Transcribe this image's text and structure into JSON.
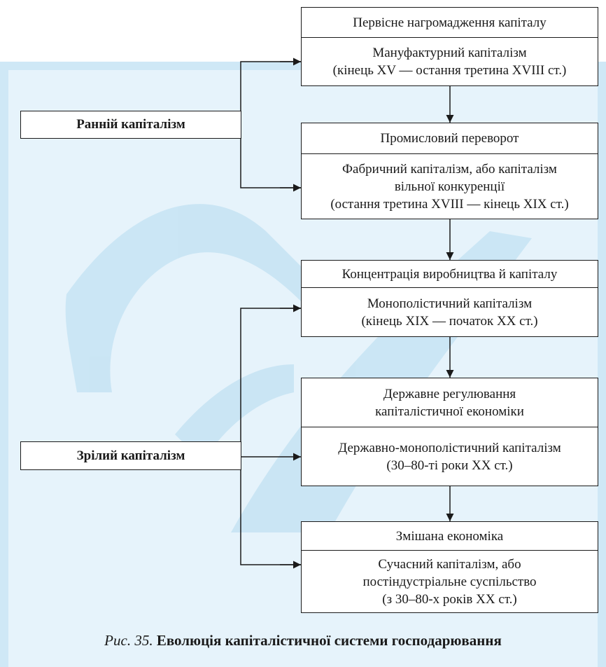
{
  "side_labels": {
    "early": "Ранній капіталізм",
    "mature": "Зрілий капіталізм"
  },
  "stages": [
    {
      "header": "Первісне нагромадження капіталу",
      "name": "Мануфактурний капіталізм",
      "period": "(кінець XV — остання третина XVIII ст.)"
    },
    {
      "header": "Промисловий переворот",
      "name_line1": "Фабричний капіталізм, або капіталізм",
      "name_line2": "вільної конкуренції",
      "period": "(остання третина XVIII —  кінець XIX ст.)"
    },
    {
      "header": "Концентрація виробництва й капіталу",
      "name": "Монополістичний капіталізм",
      "period": "(кінець XIX — початок XX ст.)"
    },
    {
      "header_line1": "Державне регулювання",
      "header_line2": "капіталістичної економіки",
      "name": "Державно-монополістичний капіталізм",
      "period": "(30–80-ті роки XX ст.)"
    },
    {
      "header": "Змішана економіка",
      "name_line1": "Сучасний капіталізм, або",
      "name_line2": "постіндустріальне суспільство",
      "period": "(з 30–80-х років XX ст.)"
    }
  ],
  "caption": {
    "number": "Рис. 35.",
    "title": "Еволюція капіталістичної системи господарювання"
  },
  "colors": {
    "line": "#1a1a1a",
    "watermark_bg": "#e6f3fb",
    "watermark_frame": "#cfe8f6",
    "watermark_shape": "#c2e0f2"
  }
}
